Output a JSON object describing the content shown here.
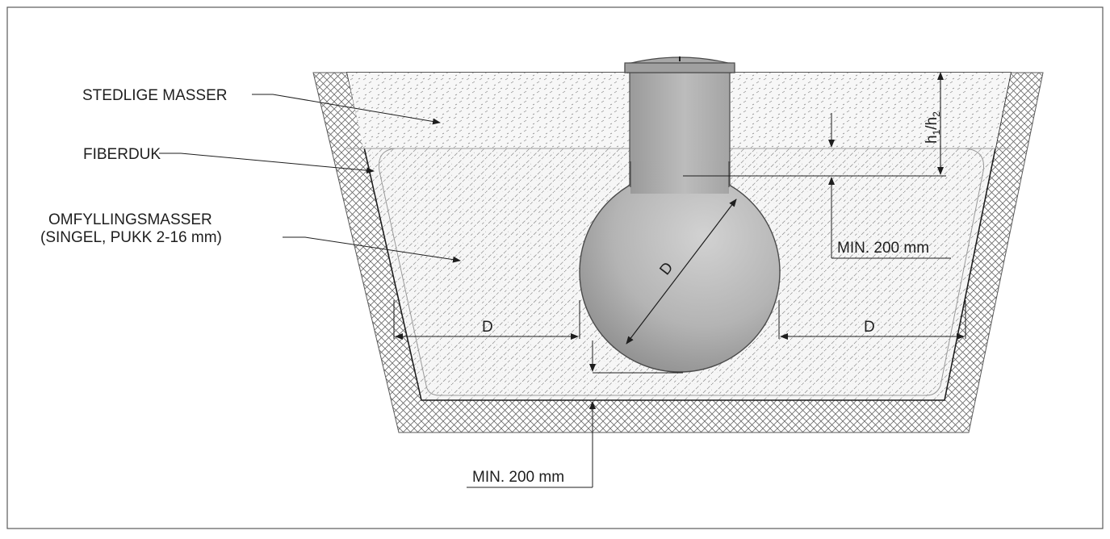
{
  "labels": {
    "stedlige_masser": "STEDLIGE MASSER",
    "fiberduk": "FIBERDUK",
    "omfylling_line1": "OMFYLLINGSMASSER",
    "omfylling_line2": "(SINGEL, PUKK 2-16 mm)"
  },
  "dimensions": {
    "sphere_diameter": "D",
    "left_clearance": "D",
    "right_clearance": "D",
    "min_top": "MIN. 200 mm",
    "min_bottom": "MIN. 200 mm",
    "cover_h": "h",
    "cover_h_sub1": "1",
    "cover_h_slash": "/h",
    "cover_h_sub2": "2"
  },
  "colors": {
    "frame": "#5a5a5a",
    "tank_fill": "#b8b8b8",
    "tank_stroke": "#4a4a4a",
    "hatch": "#6a6a6a",
    "line": "#1e1e1e"
  }
}
